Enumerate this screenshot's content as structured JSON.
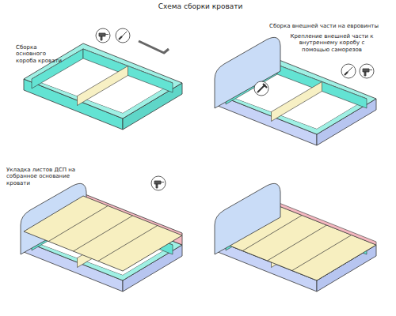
{
  "diagram": {
    "title": "Схема сборки кровати",
    "labels": [
      "Сборка основного короба кровати",
      "Сборка внешней части на евровинты",
      "Крепление внешней части к внутреннему коробу с помощью саморезов",
      "Укладка листов ДСП на собранное основание кровати"
    ]
  }
}
